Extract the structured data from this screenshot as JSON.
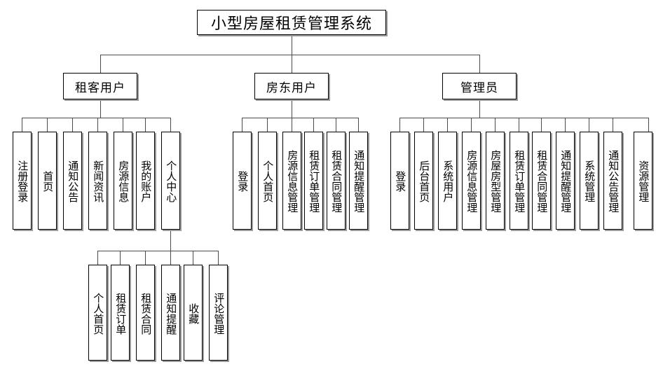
{
  "diagram": {
    "type": "tree-hierarchy",
    "title": "小型房屋租赁管理系统",
    "orientation": "top-down",
    "levels": 4,
    "root": {
      "label": "小型房屋租赁管理系统"
    },
    "branches": [
      {
        "id": "tenant",
        "label": "租客用户",
        "children": [
          {
            "label": "注册登录"
          },
          {
            "label": "首页"
          },
          {
            "label": "通知公告"
          },
          {
            "label": "新闻资讯"
          },
          {
            "label": "房源信息"
          },
          {
            "label": "我的账户"
          },
          {
            "label": "个人中心",
            "children": [
              {
                "label": "个人首页"
              },
              {
                "label": "租赁订单"
              },
              {
                "label": "租赁合同"
              },
              {
                "label": "通知提醒"
              },
              {
                "label": "收藏"
              },
              {
                "label": "评论管理"
              }
            ]
          }
        ]
      },
      {
        "id": "landlord",
        "label": "房东用户",
        "children": [
          {
            "label": "登录"
          },
          {
            "label": "个人首页"
          },
          {
            "label": "房源信息管理"
          },
          {
            "label": "租赁订单管理"
          },
          {
            "label": "租赁合同管理"
          },
          {
            "label": "通知提醒管理"
          }
        ]
      },
      {
        "id": "admin",
        "label": "管理员",
        "children": [
          {
            "label": "登录"
          },
          {
            "label": "后台首页"
          },
          {
            "label": "系统用户"
          },
          {
            "label": "房源信息管理"
          },
          {
            "label": "房屋房型管理"
          },
          {
            "label": "租赁订单管理"
          },
          {
            "label": "租赁合同管理"
          },
          {
            "label": "通知提醒管理"
          },
          {
            "label": "系统管理"
          },
          {
            "label": "通知公告管理"
          },
          {
            "label": "资源管理"
          }
        ]
      }
    ],
    "colors": {
      "box_border": "#000000",
      "box_fill": "#ffffff",
      "box_shadow": "#9a9a9a",
      "connector": "#4a4a4a",
      "text": "#000000",
      "background": "#ffffff"
    }
  }
}
